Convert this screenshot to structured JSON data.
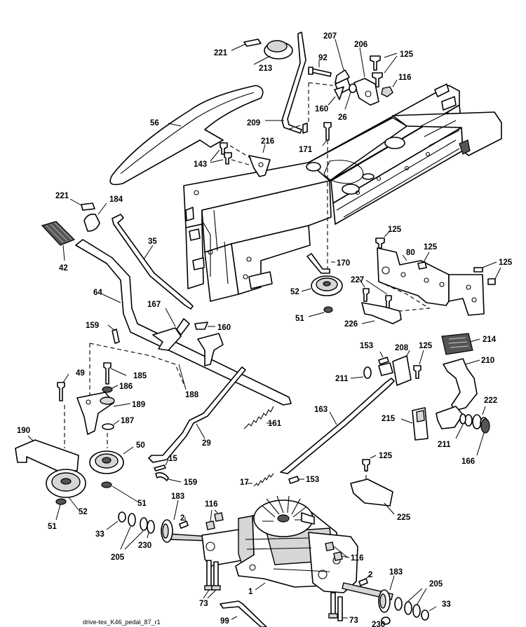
{
  "diagram": {
    "caption": "drive-tex_K46_pedal_87_r1",
    "callouts": [
      {
        "id": "c221a",
        "text": "221"
      },
      {
        "id": "c213",
        "text": "213"
      },
      {
        "id": "c207",
        "text": "207"
      },
      {
        "id": "c92",
        "text": "92"
      },
      {
        "id": "c206",
        "text": "206"
      },
      {
        "id": "c125a",
        "text": "125"
      },
      {
        "id": "c116a",
        "text": "116"
      },
      {
        "id": "c160a",
        "text": "160"
      },
      {
        "id": "c26",
        "text": "26"
      },
      {
        "id": "c56",
        "text": "56"
      },
      {
        "id": "c209",
        "text": "209"
      },
      {
        "id": "c171",
        "text": "171"
      },
      {
        "id": "c216",
        "text": "216"
      },
      {
        "id": "c143",
        "text": "143"
      },
      {
        "id": "c221b",
        "text": "221"
      },
      {
        "id": "c184",
        "text": "184"
      },
      {
        "id": "c42",
        "text": "42"
      },
      {
        "id": "c35",
        "text": "35"
      },
      {
        "id": "c125b",
        "text": "125"
      },
      {
        "id": "c80",
        "text": "80"
      },
      {
        "id": "c125c",
        "text": "125"
      },
      {
        "id": "c125d",
        "text": "125"
      },
      {
        "id": "c170",
        "text": "170"
      },
      {
        "id": "c52a",
        "text": "52"
      },
      {
        "id": "c227",
        "text": "227"
      },
      {
        "id": "c64",
        "text": "64"
      },
      {
        "id": "c167",
        "text": "167"
      },
      {
        "id": "c160b",
        "text": "160"
      },
      {
        "id": "c51a",
        "text": "51"
      },
      {
        "id": "c226",
        "text": "226"
      },
      {
        "id": "c159a",
        "text": "159"
      },
      {
        "id": "c214",
        "text": "214"
      },
      {
        "id": "c153a",
        "text": "153"
      },
      {
        "id": "c208",
        "text": "208"
      },
      {
        "id": "c125e",
        "text": "125"
      },
      {
        "id": "c49",
        "text": "49"
      },
      {
        "id": "c185",
        "text": "185"
      },
      {
        "id": "c210",
        "text": "210"
      },
      {
        "id": "c211a",
        "text": "211"
      },
      {
        "id": "c186",
        "text": "186"
      },
      {
        "id": "c188",
        "text": "188"
      },
      {
        "id": "c163",
        "text": "163"
      },
      {
        "id": "c189",
        "text": "189"
      },
      {
        "id": "c222",
        "text": "222"
      },
      {
        "id": "c215",
        "text": "215"
      },
      {
        "id": "c187",
        "text": "187"
      },
      {
        "id": "c161",
        "text": "161"
      },
      {
        "id": "c211b",
        "text": "211"
      },
      {
        "id": "c190",
        "text": "190"
      },
      {
        "id": "c29",
        "text": "29"
      },
      {
        "id": "c50",
        "text": "50"
      },
      {
        "id": "c166",
        "text": "166"
      },
      {
        "id": "c125f",
        "text": "125"
      },
      {
        "id": "c15",
        "text": "15"
      },
      {
        "id": "c159b",
        "text": "159"
      },
      {
        "id": "c17",
        "text": "17"
      },
      {
        "id": "c153b",
        "text": "153"
      },
      {
        "id": "c51b",
        "text": "51"
      },
      {
        "id": "c52b",
        "text": "52"
      },
      {
        "id": "c183a",
        "text": "183"
      },
      {
        "id": "c116b",
        "text": "116"
      },
      {
        "id": "c2a",
        "text": "2"
      },
      {
        "id": "c225",
        "text": "225"
      },
      {
        "id": "c51c",
        "text": "51"
      },
      {
        "id": "c33a",
        "text": "33"
      },
      {
        "id": "c230a",
        "text": "230"
      },
      {
        "id": "c205a",
        "text": "205"
      },
      {
        "id": "c116c",
        "text": "116"
      },
      {
        "id": "c1",
        "text": "1"
      },
      {
        "id": "c2b",
        "text": "2"
      },
      {
        "id": "c183b",
        "text": "183"
      },
      {
        "id": "c205b",
        "text": "205"
      },
      {
        "id": "c73a",
        "text": "73"
      },
      {
        "id": "c33b",
        "text": "33"
      },
      {
        "id": "c99",
        "text": "99"
      },
      {
        "id": "c73b",
        "text": "73"
      },
      {
        "id": "c230b",
        "text": "230"
      }
    ]
  }
}
